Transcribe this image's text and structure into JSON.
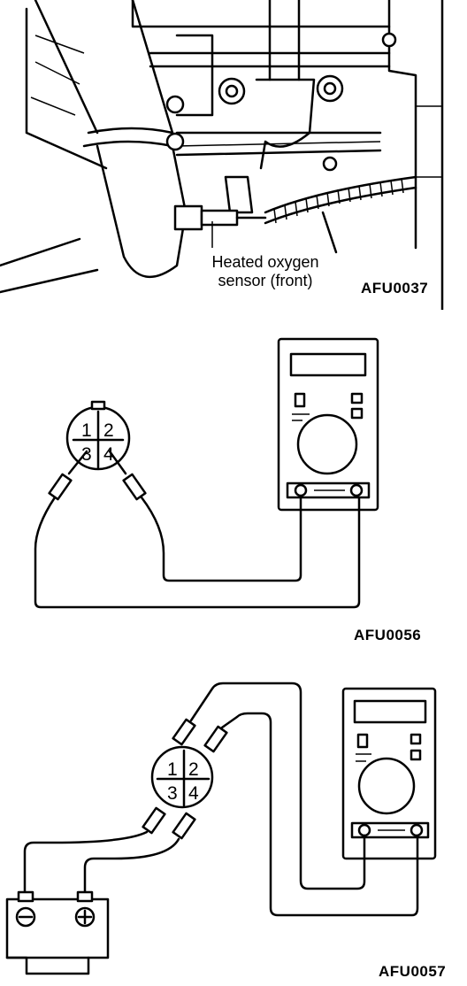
{
  "figures": [
    {
      "ref": "AFU0037",
      "callout_line1": "Heated oxygen",
      "callout_line2": "sensor (front)"
    },
    {
      "ref": "AFU0056",
      "pins": [
        "1",
        "2",
        "3",
        "4"
      ]
    },
    {
      "ref": "AFU0057",
      "pins": [
        "1",
        "2",
        "3",
        "4"
      ],
      "battery_negative": "⊖",
      "battery_positive": "⊕"
    }
  ]
}
